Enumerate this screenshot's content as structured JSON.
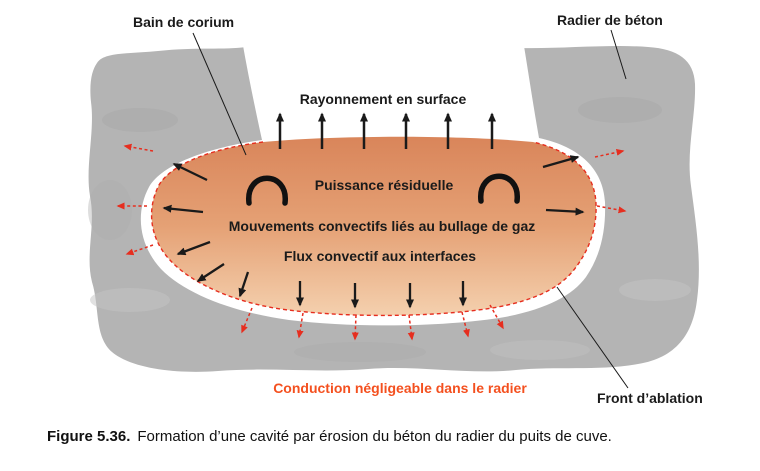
{
  "figure": {
    "caption_label": "Figure 5.36.",
    "caption_text": "Formation d’une cavité par érosion du béton du radier du puits de cuve."
  },
  "diagram": {
    "labels": {
      "bain_de_corium": "Bain de corium",
      "radier_de_beton": "Radier de béton",
      "rayonnement_en_surface": "Rayonnement en surface",
      "puissance_residuelle": "Puissance résiduelle",
      "mouvements_convectifs": "Mouvements convectifs liés au bullage de gaz",
      "flux_convectif": "Flux convectif aux interfaces",
      "conduction_negligeable": "Conduction négligeable dans le radier",
      "front_ablation": "Front d’ablation"
    },
    "colors": {
      "concrete_gray": "#b4b4b4",
      "corium_top": "#d9855a",
      "corium_mid": "#e5a175",
      "corium_bottom": "#f4d0ae",
      "ablation_red": "#e62e1f",
      "conduction_text_red": "#f4501f",
      "label_text": "#1b1b1b"
    }
  }
}
